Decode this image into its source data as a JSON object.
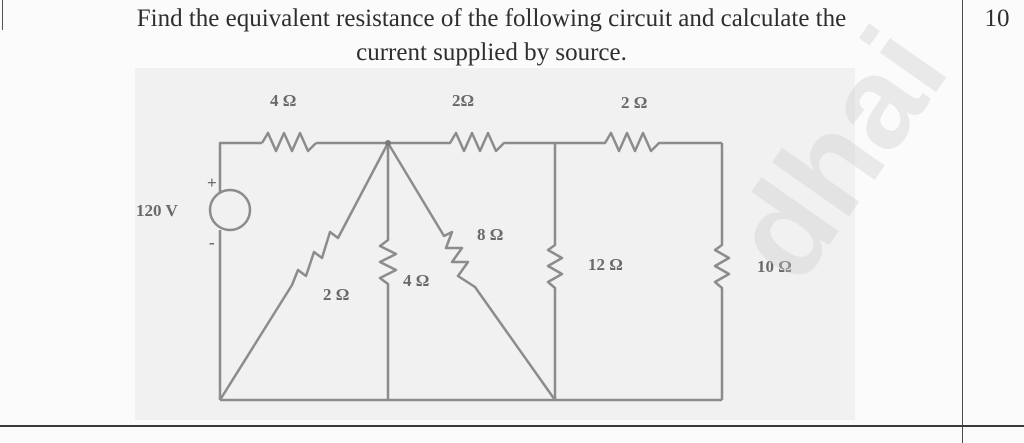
{
  "question": {
    "line1": "Find the equivalent resistance of the following circuit and calculate the",
    "line2": "current supplied by source.",
    "marks": "10"
  },
  "circuit": {
    "source": {
      "label": "120 V",
      "plus": "+",
      "minus": "-"
    },
    "resistors": {
      "top_left": "4 Ω",
      "top_middle": "2Ω",
      "top_right": "2 Ω",
      "diag_left": "2 Ω",
      "vertical_middle": "4 Ω",
      "diag_right": "8 Ω",
      "branch_12": "12 Ω",
      "branch_10": "10 Ω"
    },
    "colors": {
      "wire": "#8c8c8c",
      "text": "#6a6a6a"
    }
  },
  "watermark": "dhai"
}
